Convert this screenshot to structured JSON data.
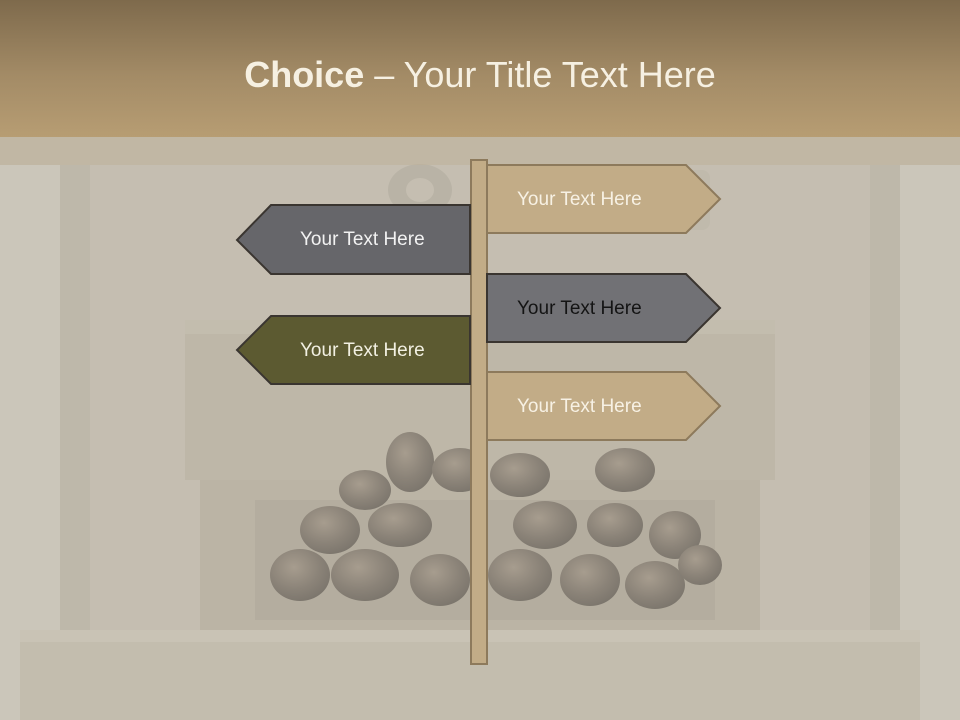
{
  "title": {
    "bold": "Choice",
    "rest": " – Your Title Text Here"
  },
  "signs": [
    {
      "label": "Your Text Here",
      "direction": "right",
      "fill": "#c2ac87",
      "text_color": "#f7f1e4"
    },
    {
      "label": "Your Text Here",
      "direction": "left",
      "fill": "#66666a",
      "text_color": "#f2f2f2"
    },
    {
      "label": "Your Text Here",
      "direction": "right",
      "fill": "#717175",
      "text_color": "#141414"
    },
    {
      "label": "Your Text Here",
      "direction": "left",
      "fill": "#5c5a31",
      "text_color": "#f2f0e2"
    },
    {
      "label": "Your Text Here",
      "direction": "right",
      "fill": "#c2ac87",
      "text_color": "#f7f1e4"
    }
  ],
  "colors": {
    "header": "#a38b66",
    "post": "#c2ac87",
    "outline": "#3a3530"
  }
}
